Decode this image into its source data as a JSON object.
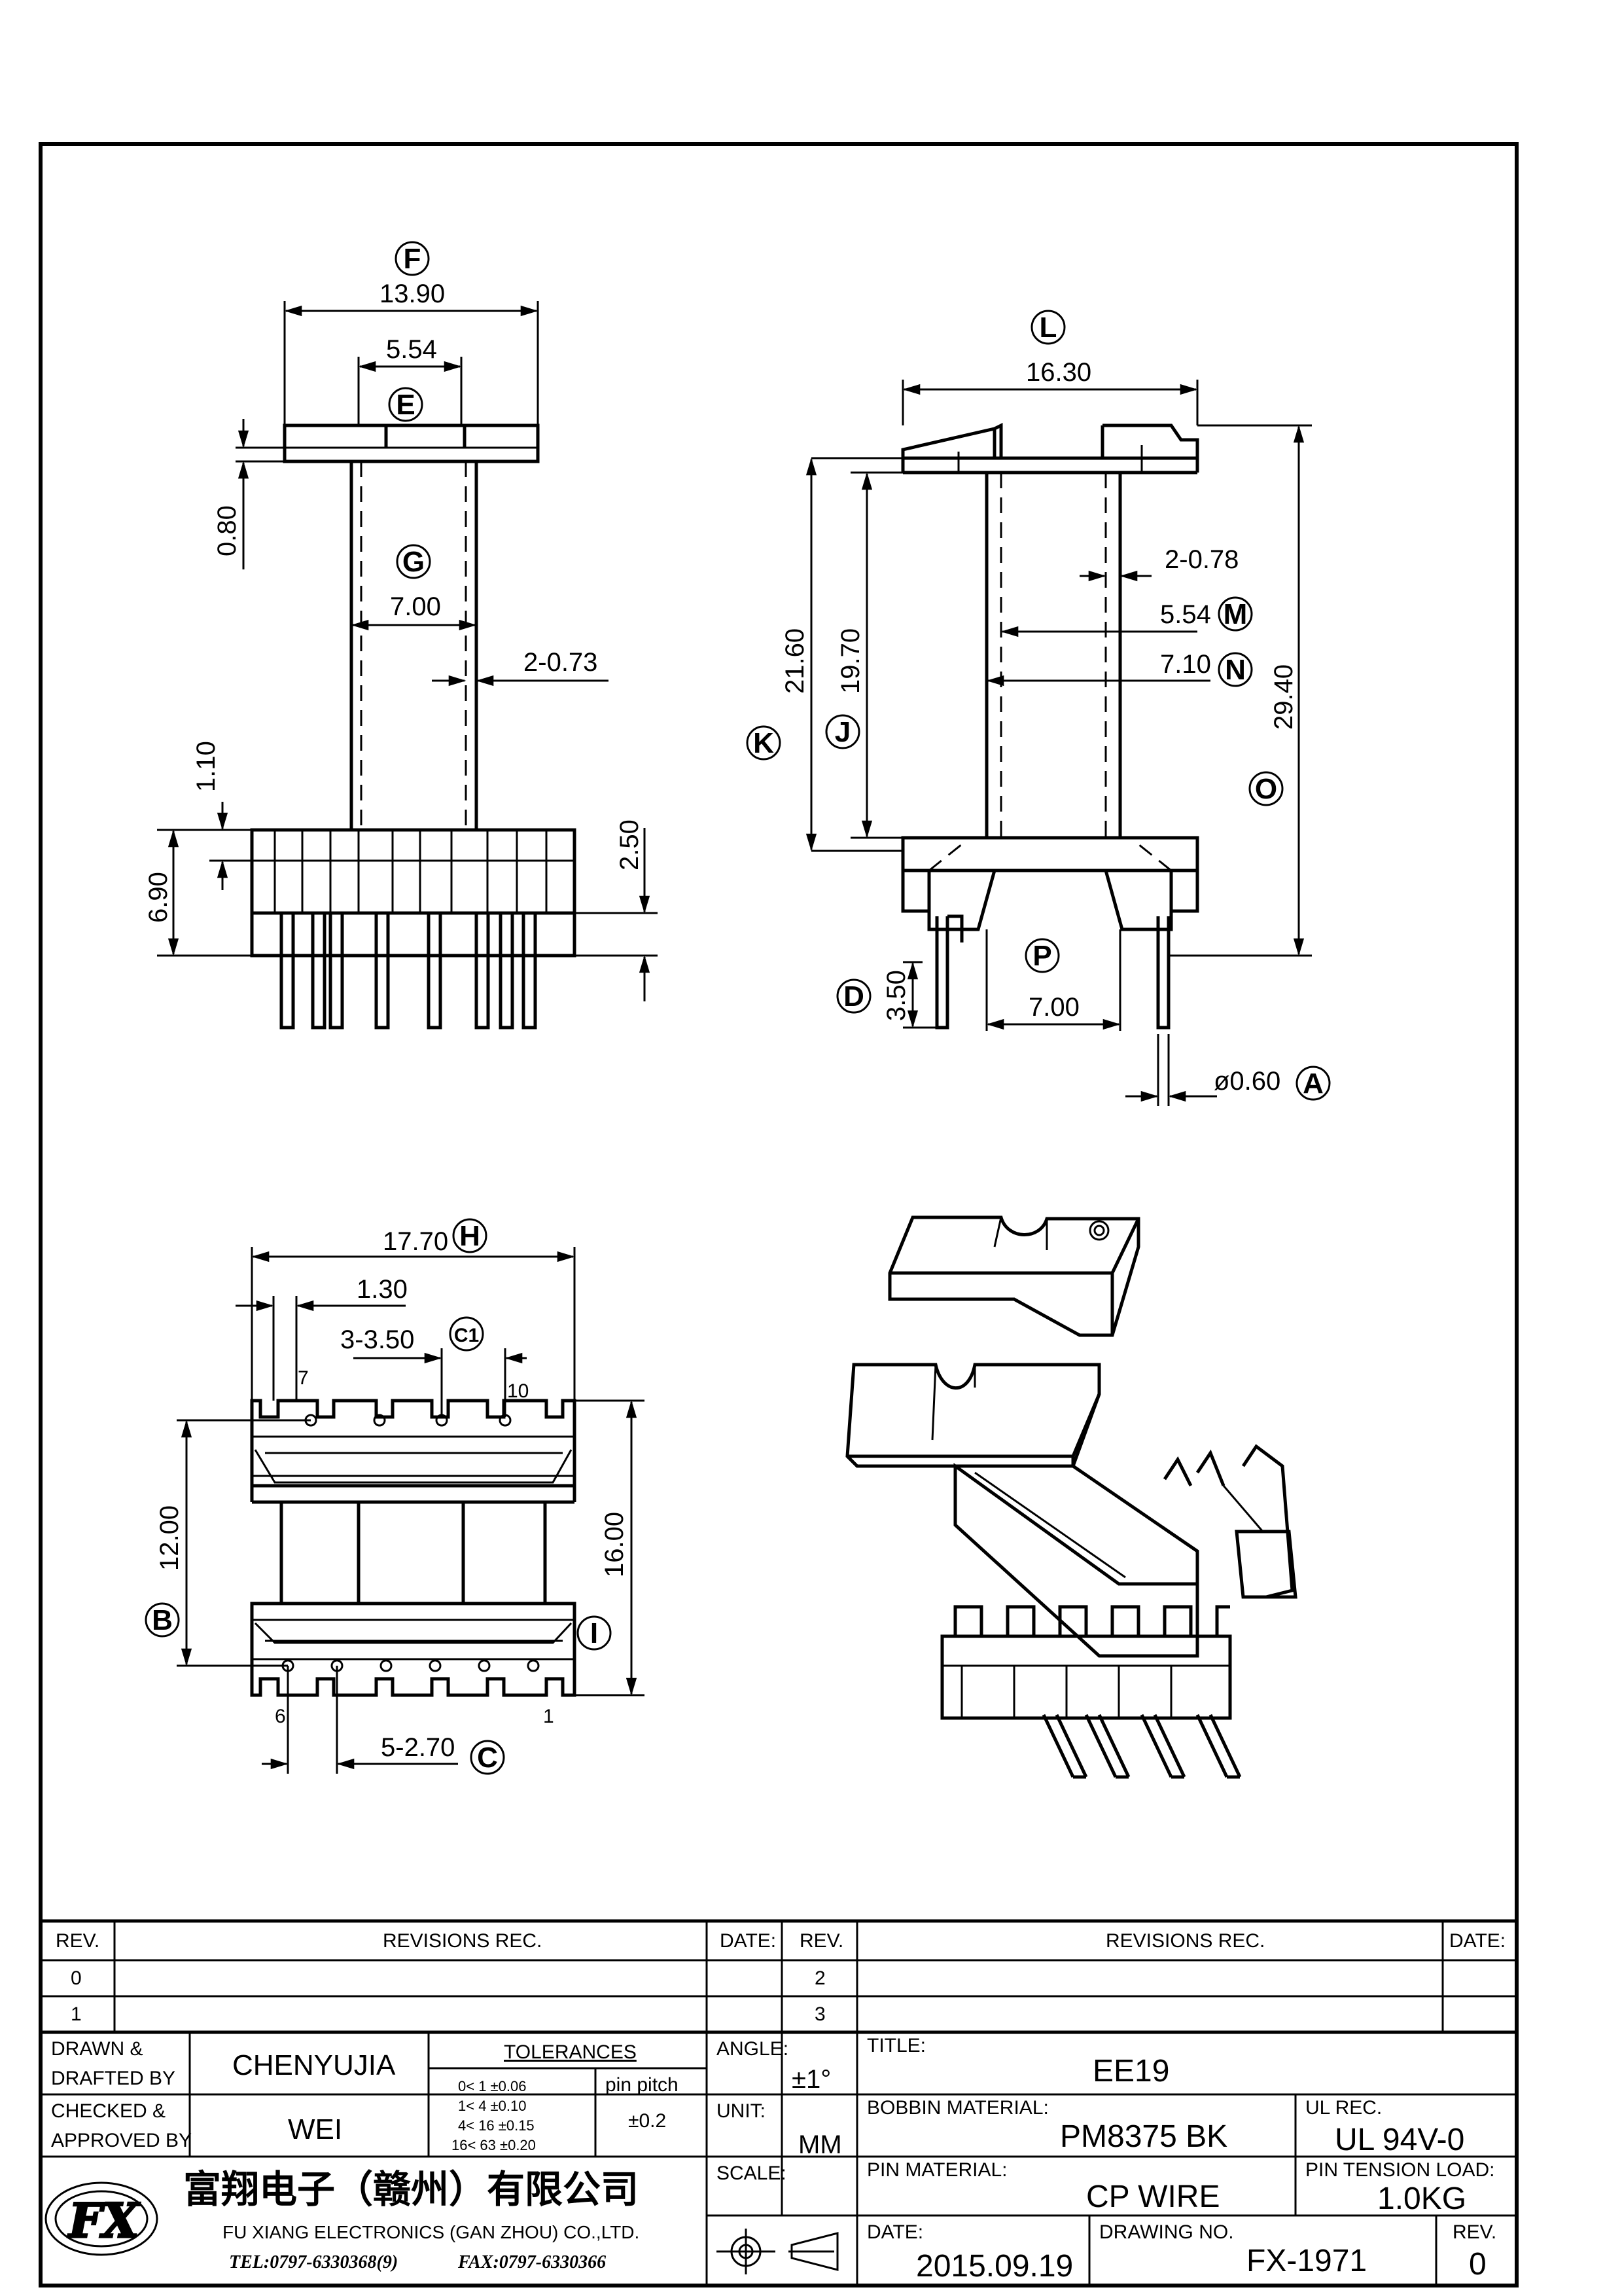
{
  "dimensions": {
    "f": "13.90",
    "e_top": "5.54",
    "thick": "0.80",
    "g": "7.00",
    "wall_front": "2-0.73",
    "h110": "1.10",
    "h690": "6.90",
    "h250": "2.50",
    "l": "16.30",
    "wall_side": "2-0.78",
    "m": "5.54",
    "n": "7.10",
    "k": "21.60",
    "j": "19.70",
    "o": "29.40",
    "d": "3.50",
    "p": "7.00",
    "pin_dia": "ø0.60",
    "h": "17.70",
    "p130": "1.30",
    "c1": "3-3.50",
    "b": "12.00",
    "h16": "16.00",
    "c": "5-2.70"
  },
  "callouts": [
    "F",
    "E",
    "G",
    "L",
    "M",
    "N",
    "K",
    "J",
    "O",
    "D",
    "P",
    "A",
    "H",
    "C1",
    "B",
    "I",
    "C"
  ],
  "pins": {
    "p7": "7",
    "p10": "10",
    "p6": "6",
    "p1": "1"
  },
  "title_block": {
    "rev_hdr": "REV.",
    "rev_rec_hdr": "REVISIONS    REC.",
    "date_hdr": "DATE:",
    "rev_hdr2": "REV.",
    "rev_rec_hdr2": "REVISIONS    REC.",
    "date_hdr2": "DATE:",
    "rev0": "0",
    "rev1": "1",
    "rev2": "2",
    "rev3": "3",
    "drawn_l1": "DRAWN  &",
    "drawn_l2": "DRAFTED  BY",
    "drawn_name": "CHENYUJIA",
    "checked_l1": "CHECKED  &",
    "checked_l2": "APPROVED  BY",
    "checked_name": "WEI",
    "tol_title": "TOLERANCES",
    "tol1": "0<   1    ±0.06",
    "tol2": "1<   4    ±0.10",
    "tol3": "4<   16  ±0.15",
    "tol4": "16<   63  ±0.20",
    "pin_pitch": "pin pitch",
    "pin_pitch_val": "±0.2",
    "angle_l": "ANGLE:",
    "angle_v": "±1°",
    "unit_l": "UNIT:",
    "unit_v": "MM",
    "scale_l": "SCALE:",
    "title_l": "TITLE:",
    "title_v": "EE19",
    "bobbin_l": "BOBBIN MATERIAL:",
    "bobbin_v": "PM8375  BK",
    "ul_l": "UL REC.",
    "ul_v": "UL  94V-0",
    "pinmat_l": "PIN MATERIAL:",
    "pinmat_v": "CP  WIRE",
    "tension_l": "PIN TENSION LOAD:",
    "tension_v": "1.0KG",
    "date_l": "DATE:",
    "date_v": "2015.09.19",
    "drawing_l": "DRAWING NO.",
    "drawing_v": "FX-1971",
    "rev_l": "REV.",
    "rev_v": "0",
    "company_cn": "富翔电子（赣州）有限公司",
    "company_en": "FU XIANG ELECTRONICS (GAN ZHOU) CO.,LTD.",
    "tel": "TEL:0797-6330368(9)",
    "fax": "FAX:0797-6330366"
  }
}
